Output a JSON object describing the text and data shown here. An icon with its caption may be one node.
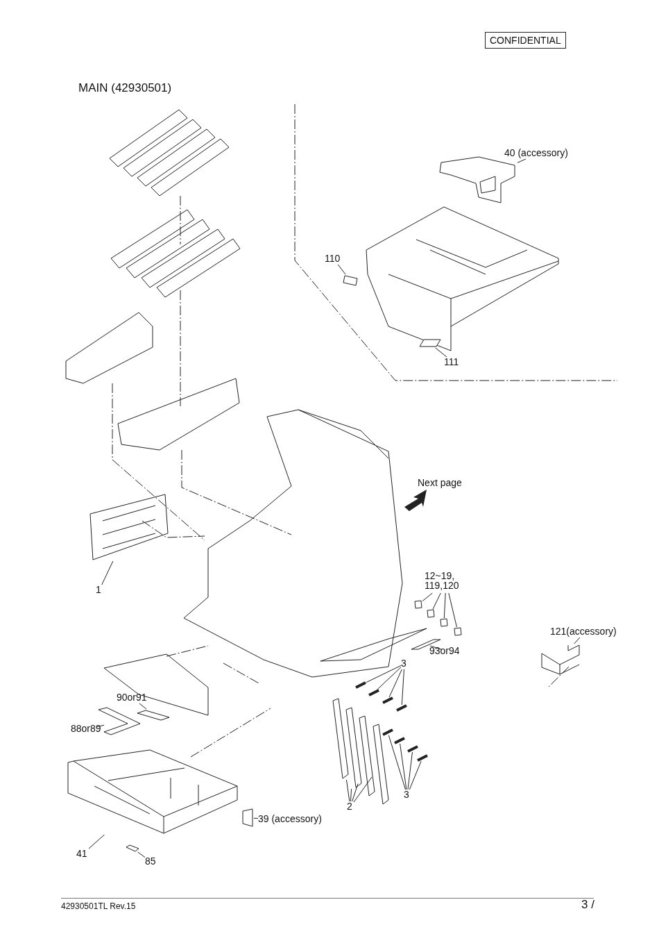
{
  "diagram": {
    "title": "MAIN (42930501)",
    "nodes": [
      {
        "text": [
          "40 (accessory)"
        ]
      },
      {
        "text": [],
        "shape": "picture"
      },
      {
        "text": [
          "110"
        ]
      },
      {
        "text": [],
        "shape": "box"
      },
      {
        "text": [
          "111"
        ]
      },
      {
        "text": [],
        "shape": "box"
      },
      {
        "text": [
          "1"
        ]
      },
      {
        "text": [],
        "shape": "picture"
      },
      {
        "text": [
          "12~19, 119,120"
        ]
      },
      {
        "text": [],
        "shape": "box"
      },
      {
        "text": [],
        "shape": "box"
      },
      {
        "text": [],
        "shape": "box"
      },
      {
        "text": [],
        "shape": "box"
      },
      {
        "text": [
          "121(accessory)"
        ]
      },
      {
        "text": [],
        "shape": "picture"
      },
      {
        "text": [
          "93or94"
        ]
      },
      {
        "text": [],
        "shape": "box"
      },
      {
        "text": [
          "3"
        ]
      },
      {
        "text": [],
        "shape": "picture"
      },
      {
        "text": [],
        "shape": "picture"
      },
      {
        "text": [],
        "shape": "picture"
      },
      {
        "text": [],
        "shape": "picture"
      },
      {
        "text": [
          "3"
        ]
      },
      {
        "text": [],
        "shape": "picture"
      },
      {
        "text": [],
        "shape": "picture"
      },
      {
        "text": [],
        "shape": "picture"
      },
      {
        "text": [],
        "shape": "picture"
      },
      {
        "text": [
          "2"
        ]
      },
      {
        "text": [],
        "shape": "picture"
      },
      {
        "text": [],
        "shape": "picture"
      },
      {
        "text": [],
        "shape": "picture"
      },
      {
        "text": [],
        "shape": "picture"
      },
      {
        "text": [
          "90or91"
        ]
      },
      {
        "text": [],
        "shape": "box"
      },
      {
        "text": [
          "88or89"
        ]
      },
      {
        "text": [],
        "shape": "picture"
      },
      {
        "text": [
          "41"
        ]
      },
      {
        "text": [],
        "shape": "picture"
      },
      {
        "text": [
          "39 (accessory)"
        ]
      },
      {
        "text": [],
        "shape": "box"
      },
      {
        "text": [
          "85"
        ]
      },
      {
        "text": [],
        "shape": "box"
      }
    ],
    "edges": [
      {
        "from": 0,
        "to": 1,
        "arrow": "none"
      },
      {
        "from": 2,
        "to": 3,
        "arrow": "none"
      },
      {
        "from": 4,
        "to": 5,
        "arrow": "none"
      },
      {
        "from": 6,
        "to": 7,
        "arrow": "none"
      },
      {
        "from": 8,
        "to": 9,
        "arrow": "none"
      },
      {
        "from": 8,
        "to": 10,
        "arrow": "none"
      },
      {
        "from": 8,
        "to": 11,
        "arrow": "none"
      },
      {
        "from": 8,
        "to": 12,
        "arrow": "none"
      },
      {
        "from": 13,
        "to": 14,
        "arrow": "none"
      },
      {
        "from": 15,
        "to": 16,
        "arrow": "none"
      },
      {
        "from": 17,
        "to": 18,
        "arrow": "none"
      },
      {
        "from": 17,
        "to": 19,
        "arrow": "none"
      },
      {
        "from": 17,
        "to": 20,
        "arrow": "none"
      },
      {
        "from": 17,
        "to": 21,
        "arrow": "none"
      },
      {
        "from": 22,
        "to": 23,
        "arrow": "none"
      },
      {
        "from": 22,
        "to": 24,
        "arrow": "none"
      },
      {
        "from": 22,
        "to": 25,
        "arrow": "none"
      },
      {
        "from": 22,
        "to": 26,
        "arrow": "none"
      },
      {
        "from": 27,
        "to": 28,
        "arrow": "none"
      },
      {
        "from": 27,
        "to": 29,
        "arrow": "none"
      },
      {
        "from": 27,
        "to": 30,
        "arrow": "none"
      },
      {
        "from": 27,
        "to": 31,
        "arrow": "none"
      },
      {
        "from": 32,
        "to": 33,
        "arrow": "none"
      },
      {
        "from": 34,
        "to": 35,
        "arrow": "none"
      },
      {
        "from": 36,
        "to": 37,
        "arrow": "none"
      },
      {
        "from": 38,
        "to": 39,
        "arrow": "none"
      },
      {
        "from": 40,
        "to": 41,
        "arrow": "none"
      }
    ],
    "labels": [
      "CONFIDENTIAL",
      "Next page",
      "42930501TL  Rev.15",
      "3 /"
    ]
  }
}
